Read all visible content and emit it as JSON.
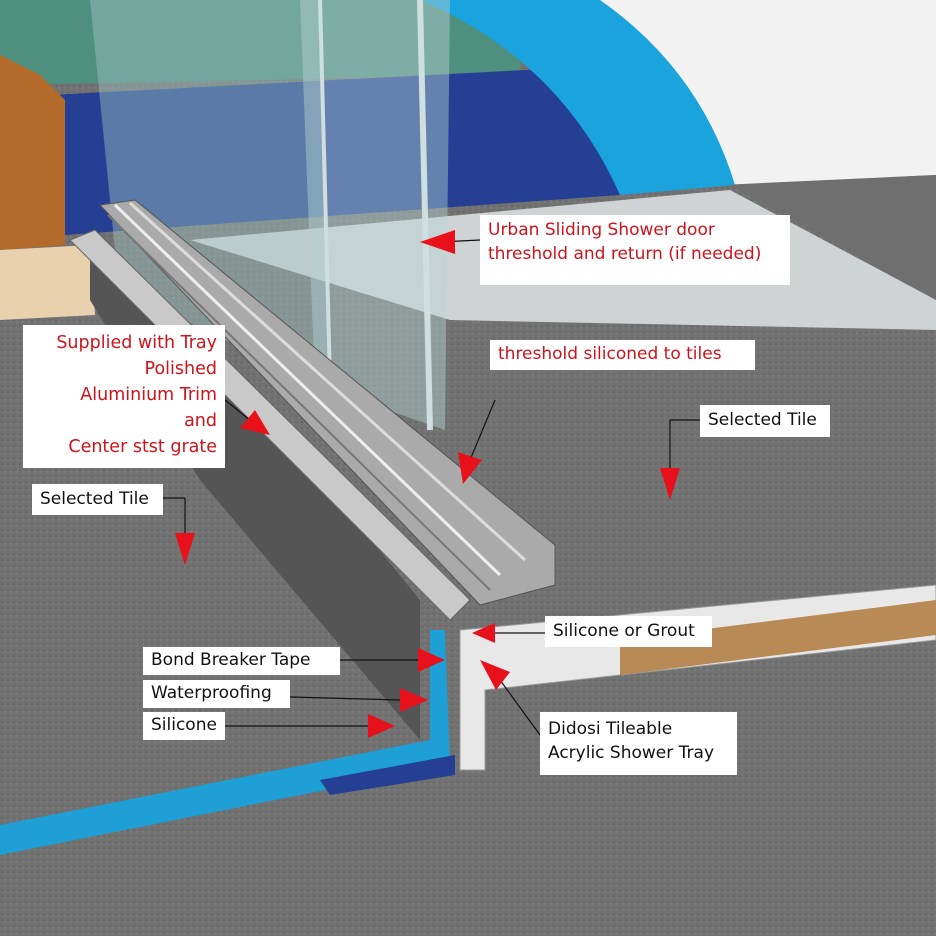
{
  "labels": {
    "urban": [
      "Urban Sliding Shower door",
      "threshold and return (if needed)"
    ],
    "threshold": "threshold siliconed to tiles",
    "supplied": [
      "Supplied with Tray",
      "Polished",
      "Aluminium Trim",
      "and",
      "Center stst grate"
    ],
    "selected_tile_right": "Selected Tile",
    "selected_tile_left": "Selected Tile",
    "silicone_grout": "Silicone or Grout",
    "bond_breaker": "Bond Breaker Tape",
    "waterproofing": "Waterproofing",
    "silicone": "Silicone",
    "didosi": [
      "Didosi Tileable",
      "Acrylic Shower Tray"
    ]
  },
  "colors": {
    "annotation_red": "#d0121b",
    "arrow_red": "#e8101a",
    "waterproofing_blue": "#1e9fd6",
    "wall_blue": "#243f93",
    "tile_gray": "#6e6e6e"
  }
}
